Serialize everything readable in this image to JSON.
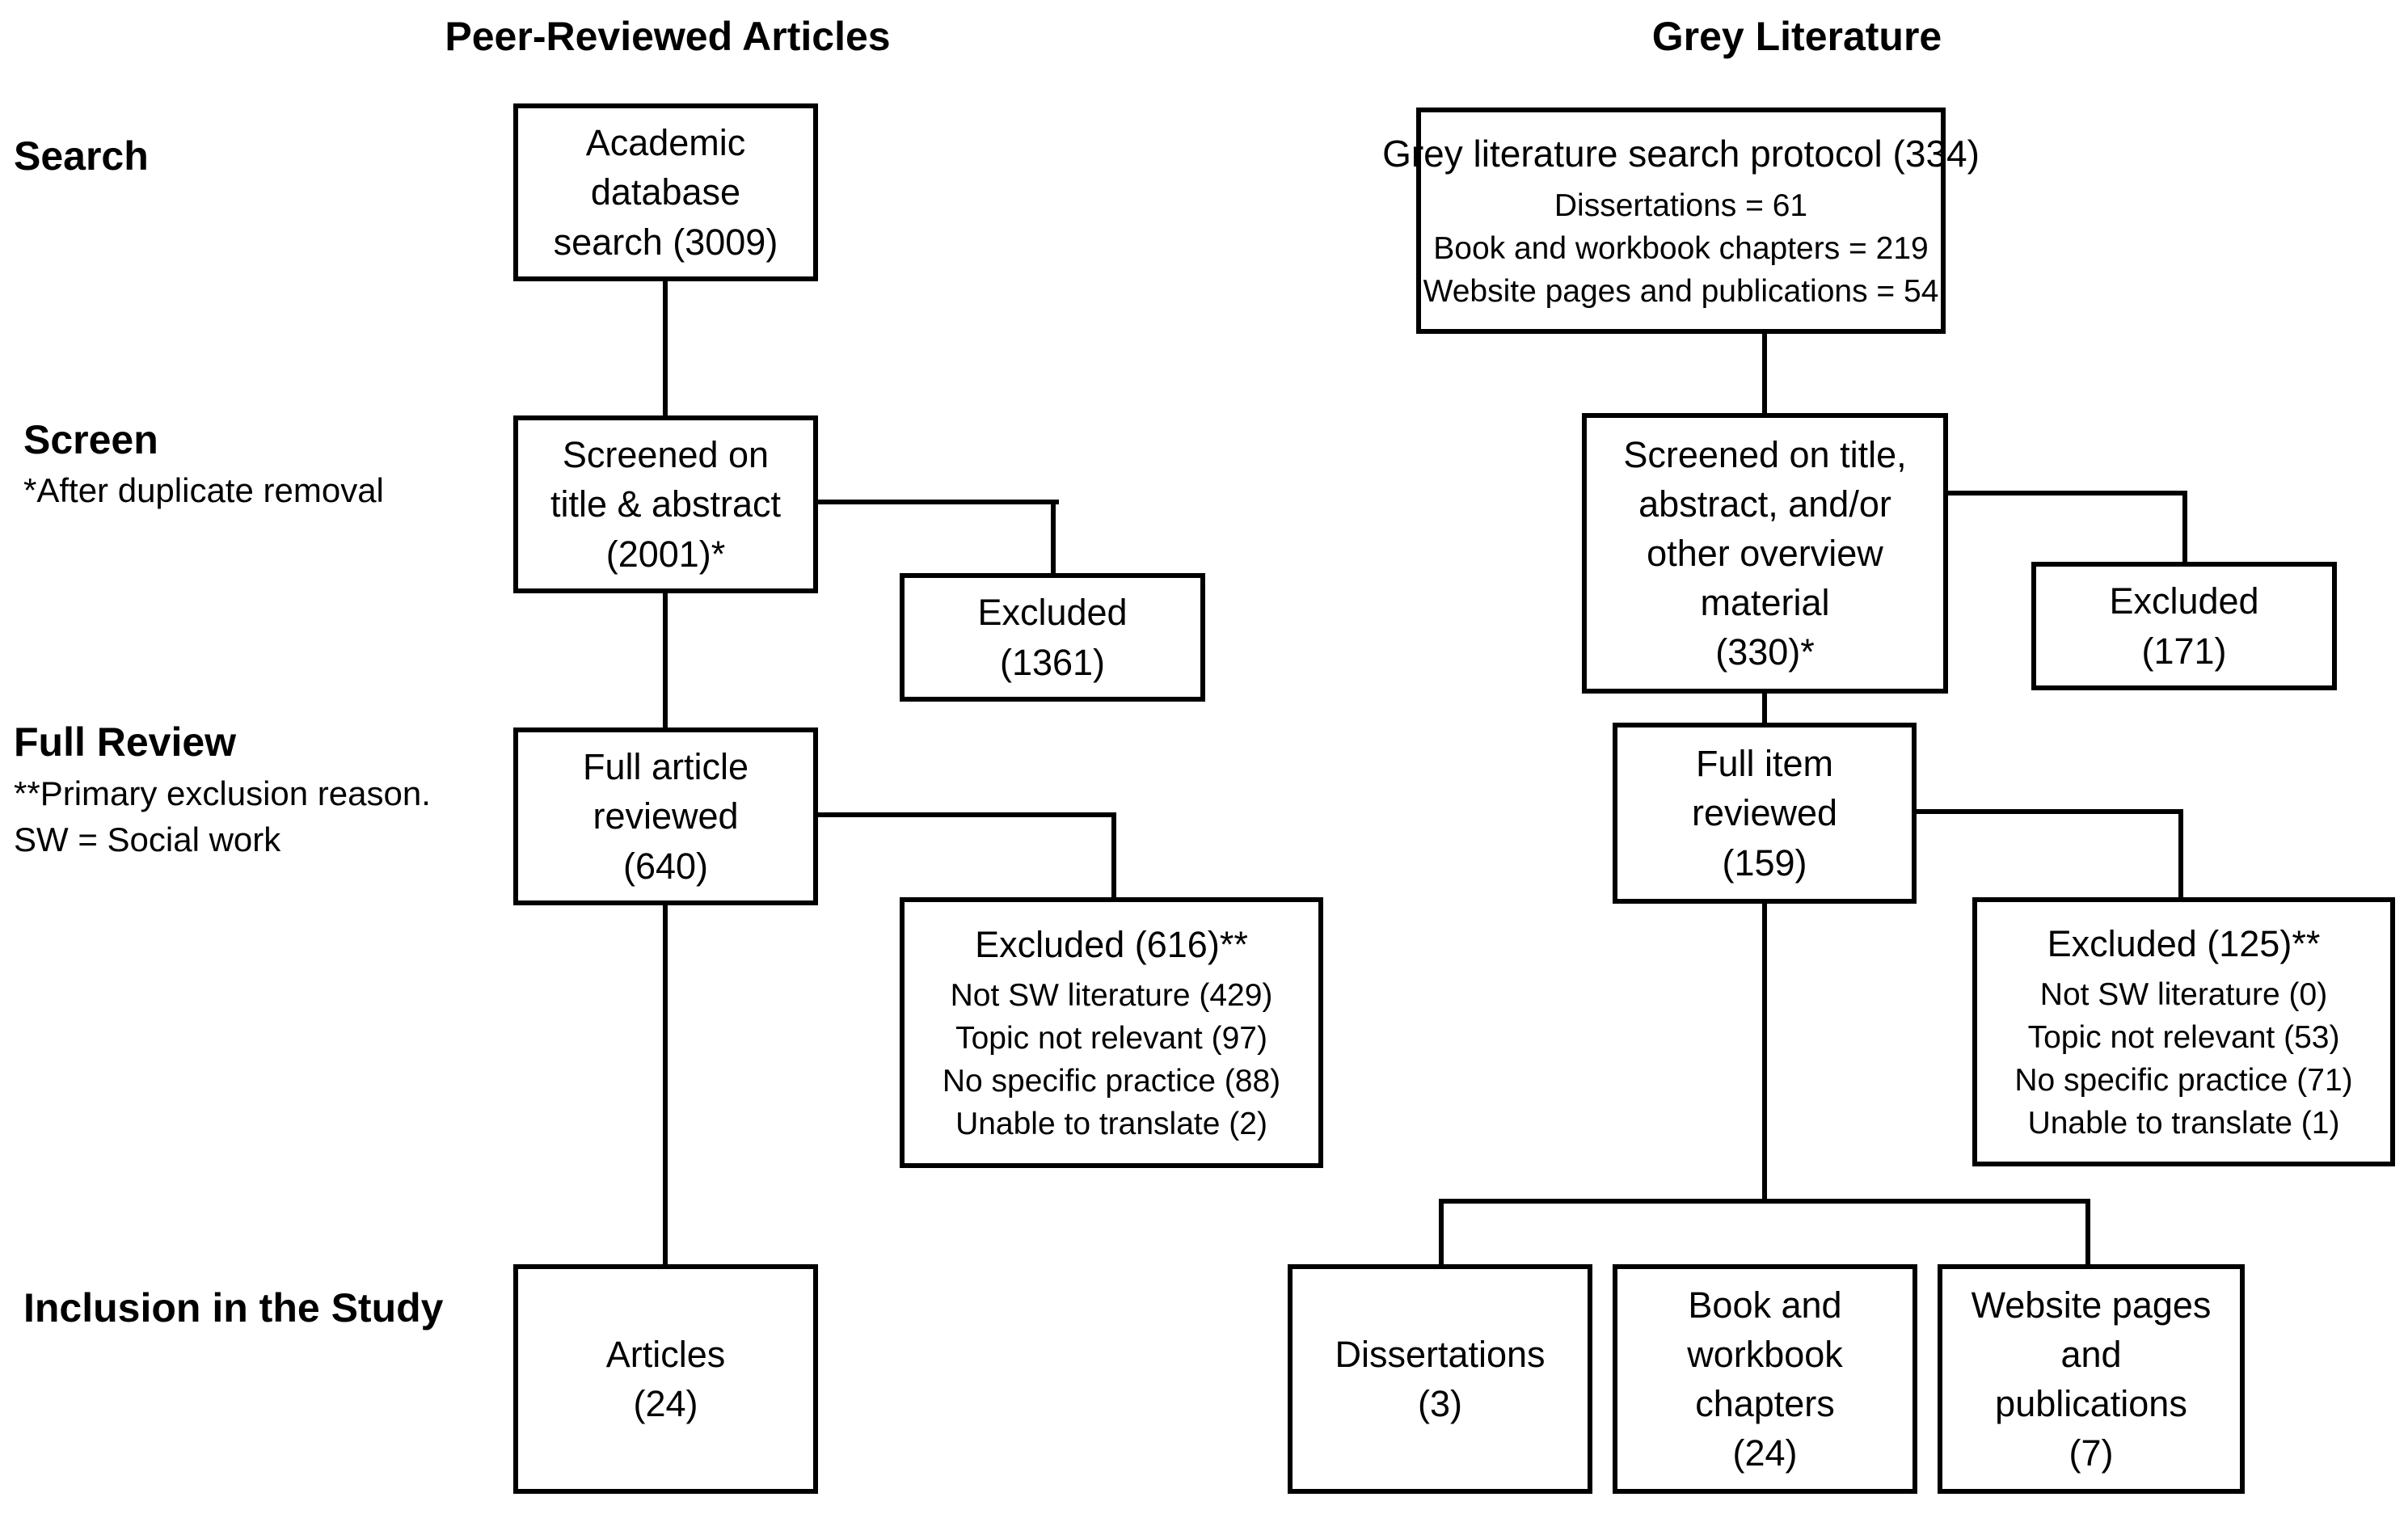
{
  "columns": {
    "peer_reviewed": "Peer-Reviewed Articles",
    "grey_literature": "Grey Literature"
  },
  "stages": {
    "search": "Search",
    "screen": {
      "label": "Screen",
      "note": "*After duplicate removal"
    },
    "full_review": {
      "label": "Full Review",
      "note1": "**Primary exclusion reason.",
      "note2": "SW = Social work"
    },
    "inclusion": "Inclusion in the Study"
  },
  "peer": {
    "search_box": [
      "Academic",
      "database",
      "search (3009)"
    ],
    "screen_box": [
      "Screened on",
      "title & abstract",
      "(2001)*"
    ],
    "screen_excluded": [
      "Excluded",
      "(1361)"
    ],
    "review_box": [
      "Full article",
      "reviewed",
      "(640)"
    ],
    "review_excluded": {
      "title": "Excluded (616)**",
      "reasons": [
        "Not SW literature (429)",
        "Topic not relevant (97)",
        "No specific practice (88)",
        "Unable to translate (2)"
      ]
    },
    "included": [
      "Articles",
      "(24)"
    ]
  },
  "grey": {
    "search_box": {
      "title": "Grey literature search protocol (334)",
      "items": [
        "Dissertations = 61",
        "Book and workbook chapters = 219",
        "Website pages and publications = 54"
      ]
    },
    "screen_box": [
      "Screened on title,",
      "abstract, and/or",
      "other overview",
      "material",
      "(330)*"
    ],
    "screen_excluded": [
      "Excluded",
      "(171)"
    ],
    "review_box": [
      "Full item",
      "reviewed",
      "(159)"
    ],
    "review_excluded": {
      "title": "Excluded (125)**",
      "reasons": [
        "Not SW literature (0)",
        "Topic not relevant (53)",
        "No specific practice (71)",
        "Unable to translate (1)"
      ]
    },
    "included_dissertations": [
      "Dissertations",
      "(3)"
    ],
    "included_books": [
      "Book and",
      "workbook",
      "chapters",
      "(24)"
    ],
    "included_websites": [
      "Website pages",
      "and",
      "publications",
      "(7)"
    ]
  }
}
